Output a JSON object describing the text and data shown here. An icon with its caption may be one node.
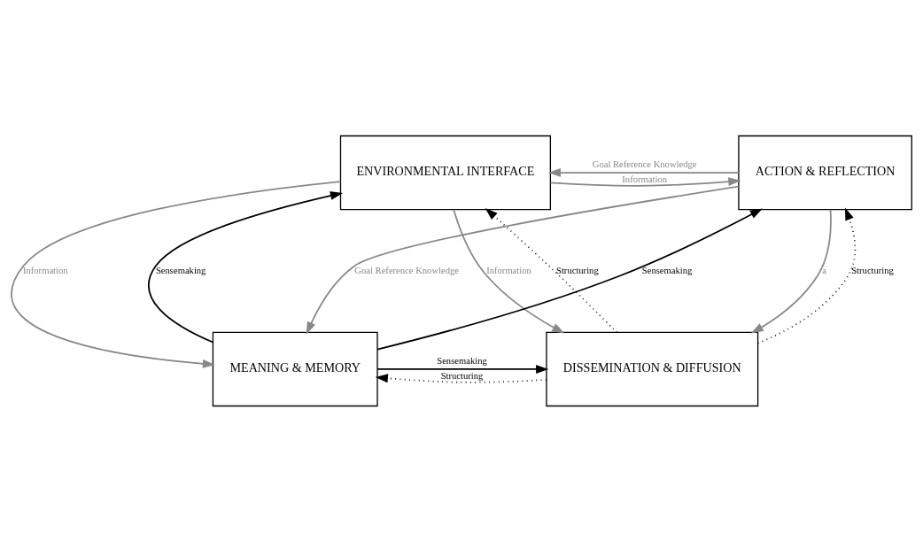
{
  "diagram": {
    "nodes": [
      {
        "text": [
          "ENVIRONMENTAL INTERFACE"
        ]
      },
      {
        "text": [
          "ACTION & REFLECTION"
        ]
      },
      {
        "text": [
          "MEANING & MEMORY"
        ]
      },
      {
        "text": [
          "DISSEMINATION & DIFFUSION"
        ]
      }
    ],
    "edges": [
      {
        "from": 0,
        "to": 1,
        "arrow": "to",
        "label": "Information",
        "color": "#888888"
      },
      {
        "from": 1,
        "to": 0,
        "arrow": "to",
        "label": "Goal Reference Knowledge",
        "color": "#888888"
      },
      {
        "from": 0,
        "to": 2,
        "arrow": "to",
        "label": "Information",
        "color": "#888888"
      },
      {
        "from": 2,
        "to": 0,
        "arrow": "to",
        "label": "Sensemaking",
        "color": "#000000"
      },
      {
        "from": 1,
        "to": 3,
        "arrow": "to",
        "label": "a",
        "color": "#888888"
      },
      {
        "from": 3,
        "to": 1,
        "arrow": "to",
        "label": "Structuring",
        "style": "dashed",
        "color": "#000000"
      },
      {
        "from": 0,
        "to": 3,
        "arrow": "to",
        "label": "Information",
        "color": "#888888"
      },
      {
        "from": 3,
        "to": 0,
        "arrow": "to",
        "label": "Structuring",
        "style": "dashed",
        "color": "#000000"
      },
      {
        "from": 2,
        "to": 1,
        "arrow": "to",
        "label": "Sensemaking",
        "color": "#000000"
      },
      {
        "from": 1,
        "to": 2,
        "arrow": "to",
        "label": "Goal Reference Knowledge",
        "color": "#888888"
      },
      {
        "from": 3,
        "to": 2,
        "arrow": "to",
        "label": "Structuring",
        "style": "dashed",
        "color": "#000000"
      },
      {
        "from": 2,
        "to": 3,
        "arrow": "to",
        "label": "Sensemaking",
        "color": "#000000"
      }
    ]
  }
}
